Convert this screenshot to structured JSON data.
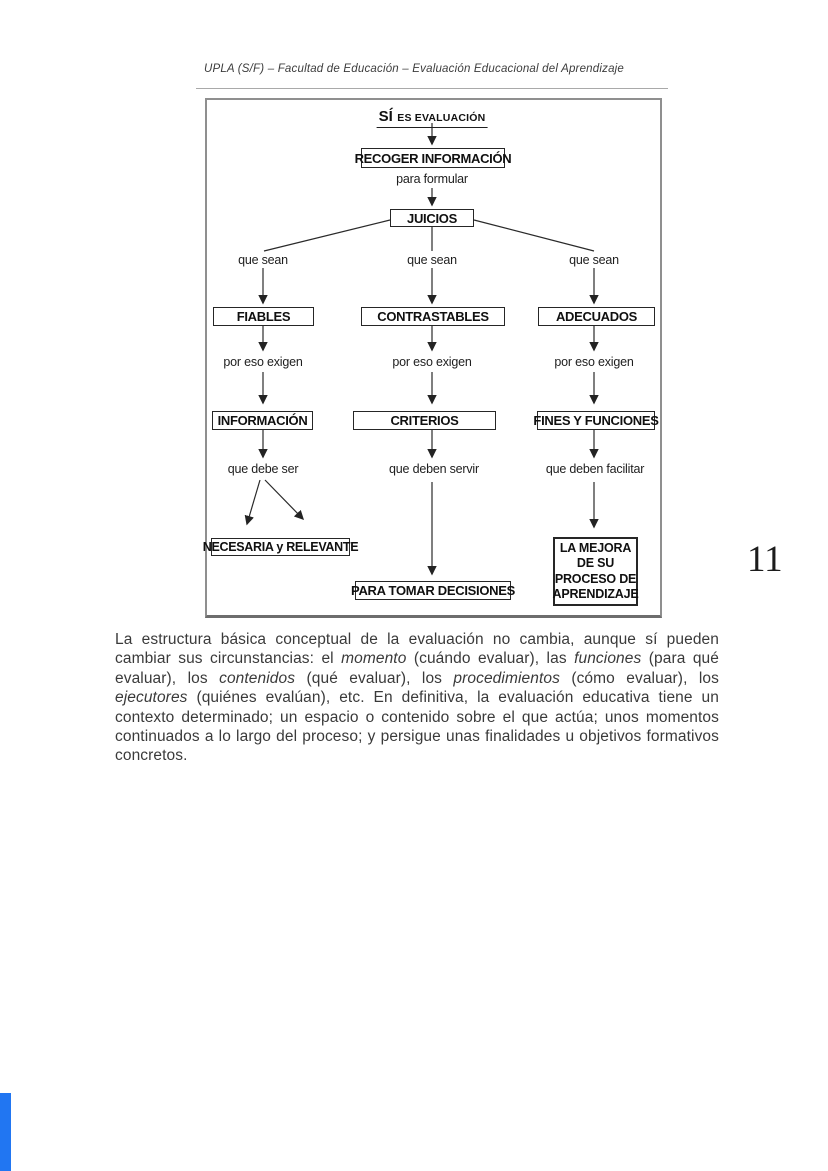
{
  "colors": {
    "accent_blue": "#2176f2",
    "line": "#2a2a2a",
    "frame": "#8f8f8f"
  },
  "page": {
    "number": "11"
  },
  "header": {
    "text": "UPLA (S/F) – Facultad de Educación – Evaluación Educacional del Aprendizaje"
  },
  "diagram": {
    "title_main": "SÍ",
    "title_rest": "ES EVALUACIÓN",
    "recoger": "RECOGER INFORMACIÓN",
    "para_formular": "para formular",
    "juicios": "JUICIOS",
    "que_sean": "que sean",
    "fiables": "FIABLES",
    "contrastables": "CONTRASTABLES",
    "adecuados": "ADECUADOS",
    "por_eso_exigen": "por eso exigen",
    "informacion": "INFORMACIÓN",
    "criterios": "CRITERIOS",
    "fines_y_funciones": "FINES Y FUNCIONES",
    "que_debe_ser": "que debe ser",
    "que_deben_servir": "que deben servir",
    "que_deben_facilitar": "que deben facilitar",
    "necesaria": "NECESARIA y RELEVANTE",
    "decisiones": "PARA TOMAR DECISIONES",
    "mejora": "LA MEJORA\nDE SU\nPROCESO DE\nAPRENDIZAJE"
  },
  "body": {
    "segments": [
      {
        "text": "La estructura básica conceptual de la evaluación no cambia, aunque sí pueden cambiar sus circunstancias: el ",
        "italic": false
      },
      {
        "text": "momento",
        "italic": true
      },
      {
        "text": " (cuándo evaluar), las ",
        "italic": false
      },
      {
        "text": "funciones",
        "italic": true
      },
      {
        "text": " (para qué evaluar), los ",
        "italic": false
      },
      {
        "text": "contenidos",
        "italic": true
      },
      {
        "text": " (qué evaluar), los ",
        "italic": false
      },
      {
        "text": "procedimientos",
        "italic": true
      },
      {
        "text": " (cómo evaluar), los ",
        "italic": false
      },
      {
        "text": "ejecutores",
        "italic": true
      },
      {
        "text": " (quiénes evalúan), etc. En definitiva, la evaluación educativa tiene un contexto determinado; un espacio o contenido sobre el que actúa; unos momentos continuados a lo largo del proceso; y persigue unas finalidades u objetivos formativos concretos.",
        "italic": false
      }
    ]
  }
}
